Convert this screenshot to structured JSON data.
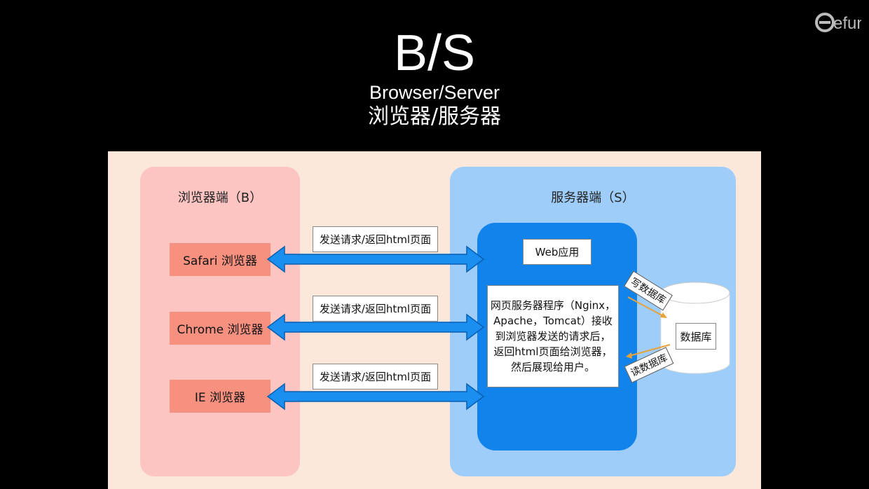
{
  "logo_text": "efun",
  "header": {
    "title": "B/S",
    "subtitle_en": "Browser/Server",
    "subtitle_cn": "浏览器/服务器"
  },
  "browser_side": {
    "label": "浏览器端（B）",
    "browsers": [
      "Safari 浏览器",
      "Chrome 浏览器",
      "IE 浏览器"
    ]
  },
  "request_label": "发送请求/返回html页面",
  "server_side": {
    "label": "服务器端（S）",
    "web_app": "Web应用",
    "description": [
      "网页服务器程序（Nginx，",
      "Apache，Tomcat）接收",
      "到浏览器发送的请求后，",
      "返回html页面给浏览器，",
      "然后展现给用户。"
    ],
    "database": "数据库",
    "write_label": "写数据库",
    "read_label": "读数据库"
  },
  "colors": {
    "canvas": "#fbe8da",
    "browser_panel": "#fdc5c2",
    "browser_box": "#f6907f",
    "server_panel": "#9ecdf9",
    "server_core": "#1183ea",
    "arrow": "#1a8ff0",
    "db_arrow": "#e8a23a"
  }
}
